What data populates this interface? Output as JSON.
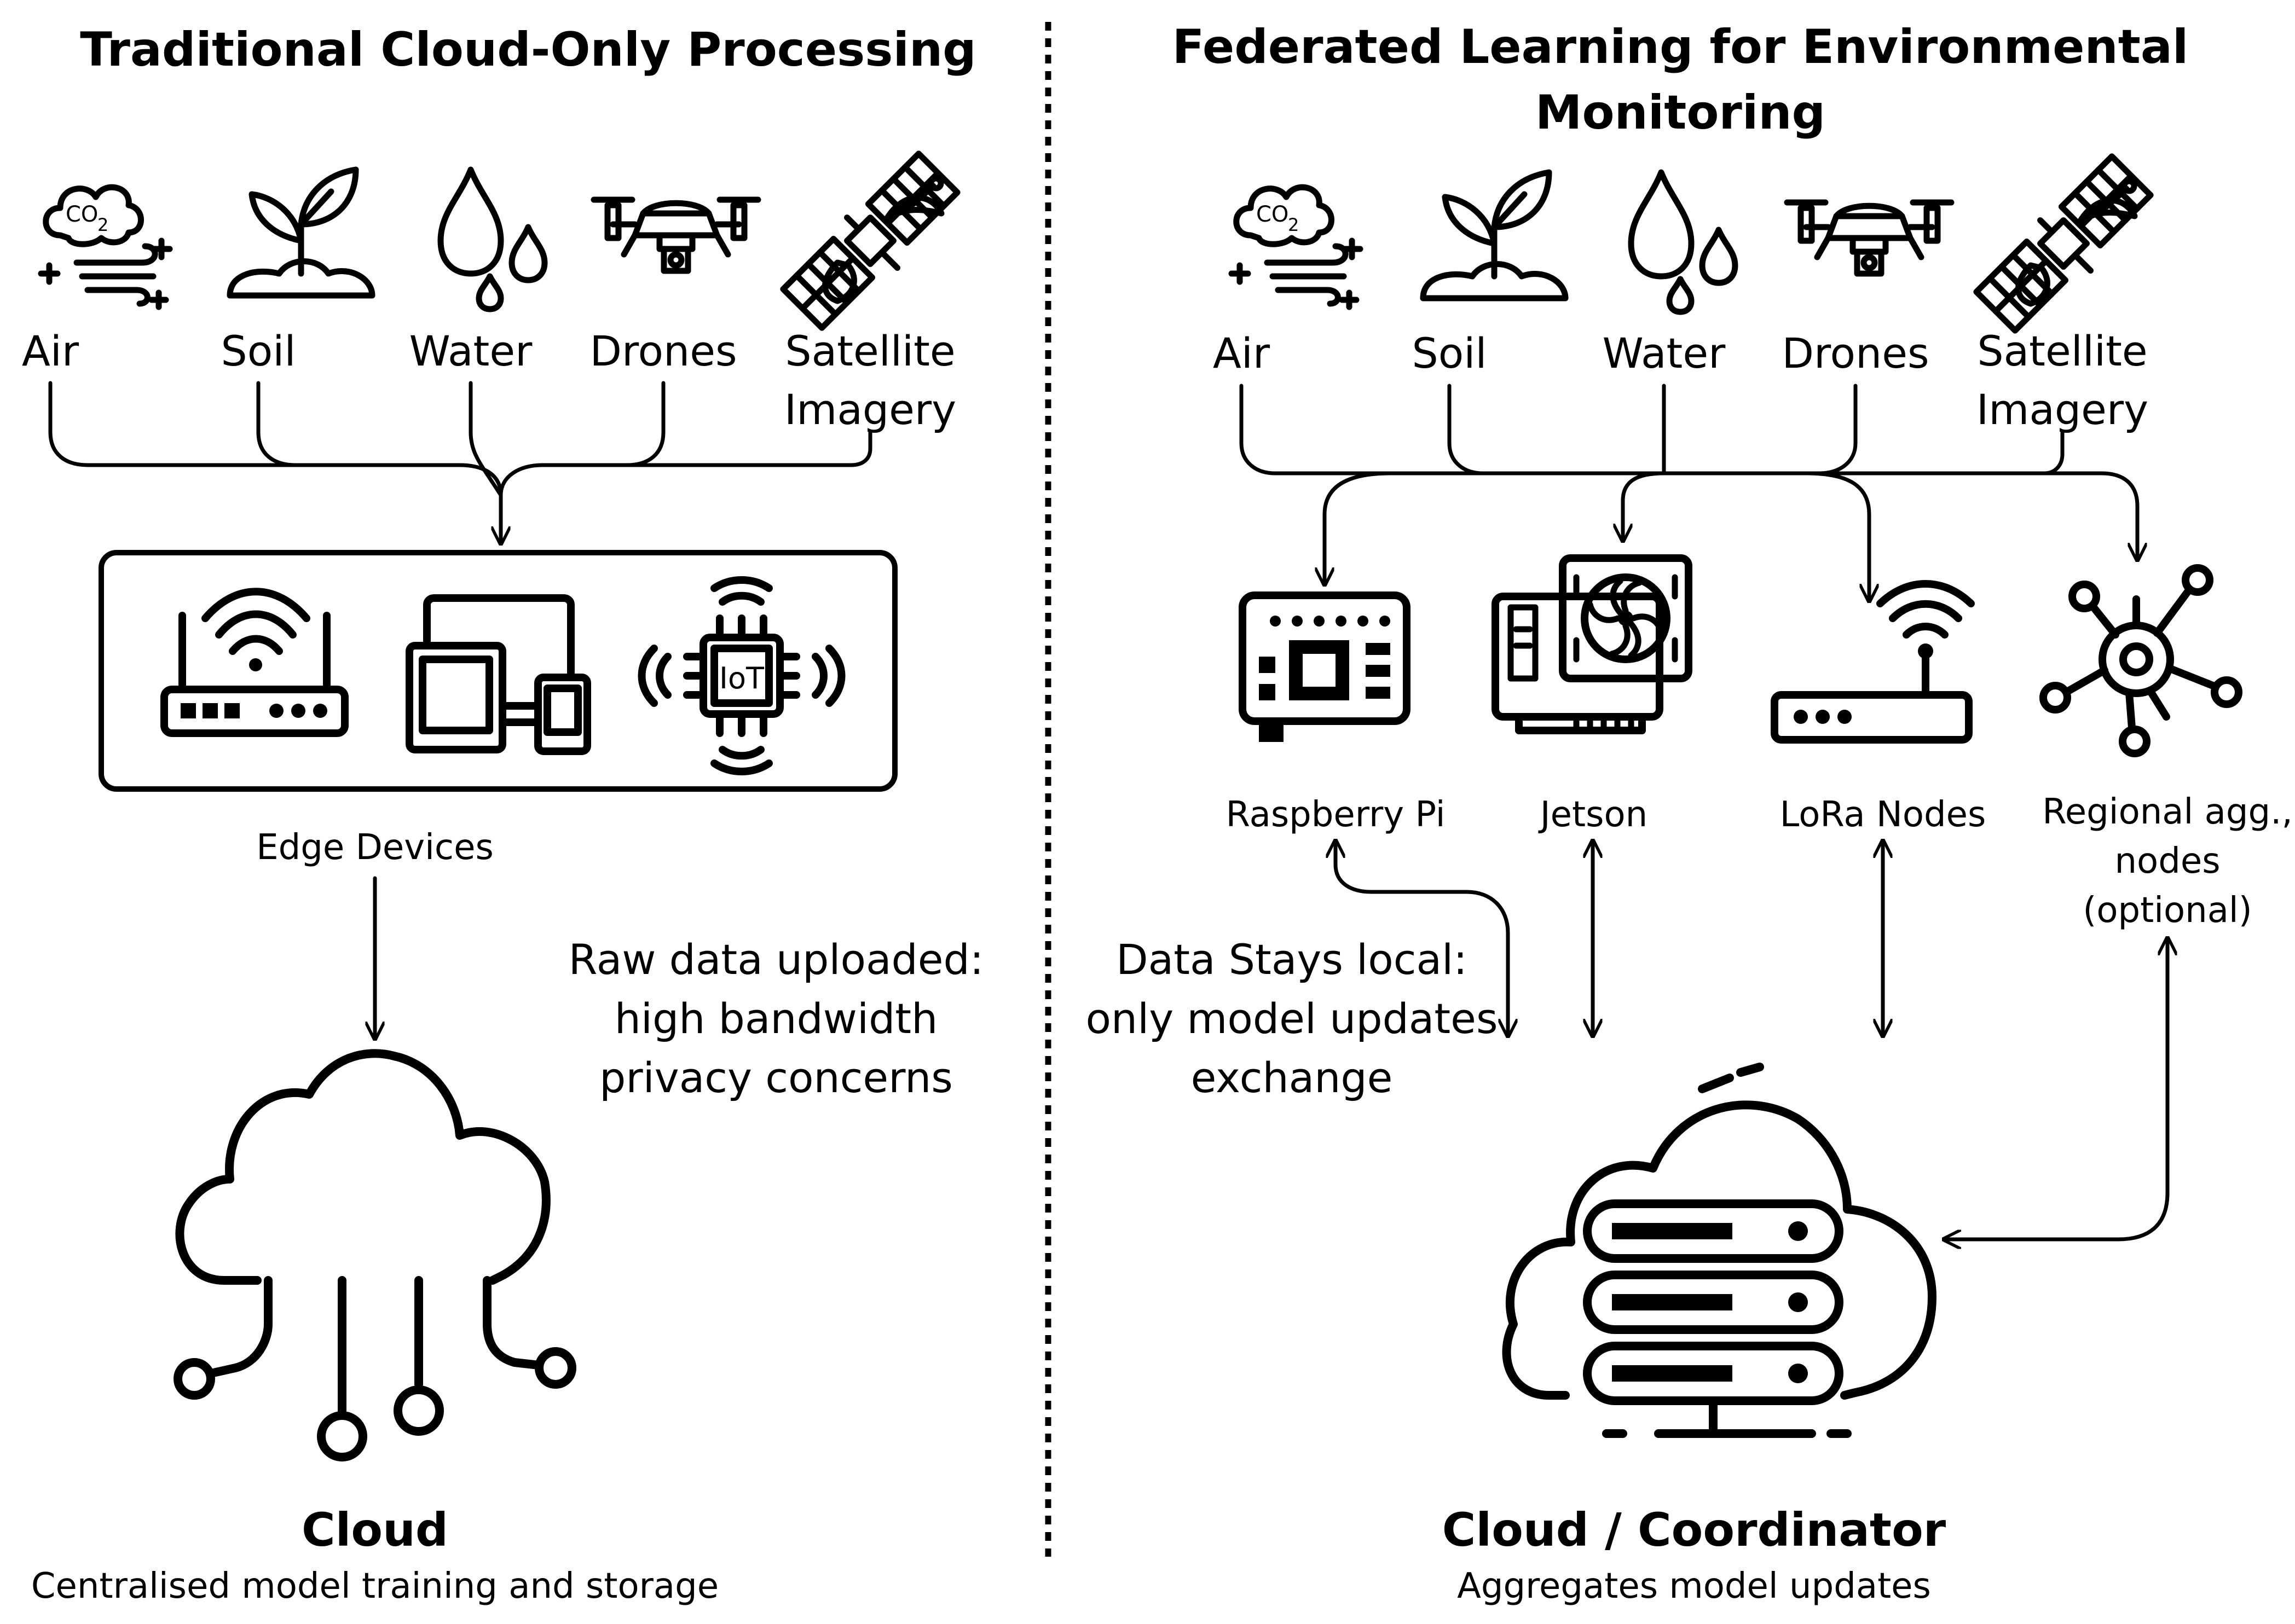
{
  "left": {
    "title": "Traditional Cloud-Only Processing",
    "sources": [
      "Air",
      "Soil",
      "Water",
      "Drones",
      "Satellite",
      "Imagery"
    ],
    "edge_label": "Edge Devices",
    "edge_icons": [
      "router-icon",
      "devices-icon",
      "iot-chip-icon"
    ],
    "note_lines": [
      "Raw data uploaded:",
      "high bandwidth",
      "privacy concerns"
    ],
    "cloud_title": "Cloud",
    "cloud_subtitle": "Centralised model training and storage"
  },
  "right": {
    "title_line1": "Federated Learning for Environmental",
    "title_line2": "Monitoring",
    "sources": [
      "Air",
      "Soil",
      "Water",
      "Drones",
      "Satellite",
      "Imagery"
    ],
    "nodes": [
      "Raspberry Pi",
      "Jetson",
      "LoRa Nodes",
      "Regional agg.,",
      "nodes",
      "(optional)"
    ],
    "note_lines": [
      "Data Stays local:",
      "only model updates",
      "exchange"
    ],
    "cloud_title": "Cloud / Coordinator",
    "cloud_subtitle": "Aggregates model updates"
  },
  "icons": [
    "co2-wind-icon",
    "sprout-icon",
    "water-drops-icon",
    "drone-icon",
    "satellite-icon",
    "raspberry-pi-icon",
    "jetson-gpu-icon",
    "lora-router-icon",
    "network-hub-icon",
    "cloud-network-icon",
    "cloud-server-icon"
  ]
}
